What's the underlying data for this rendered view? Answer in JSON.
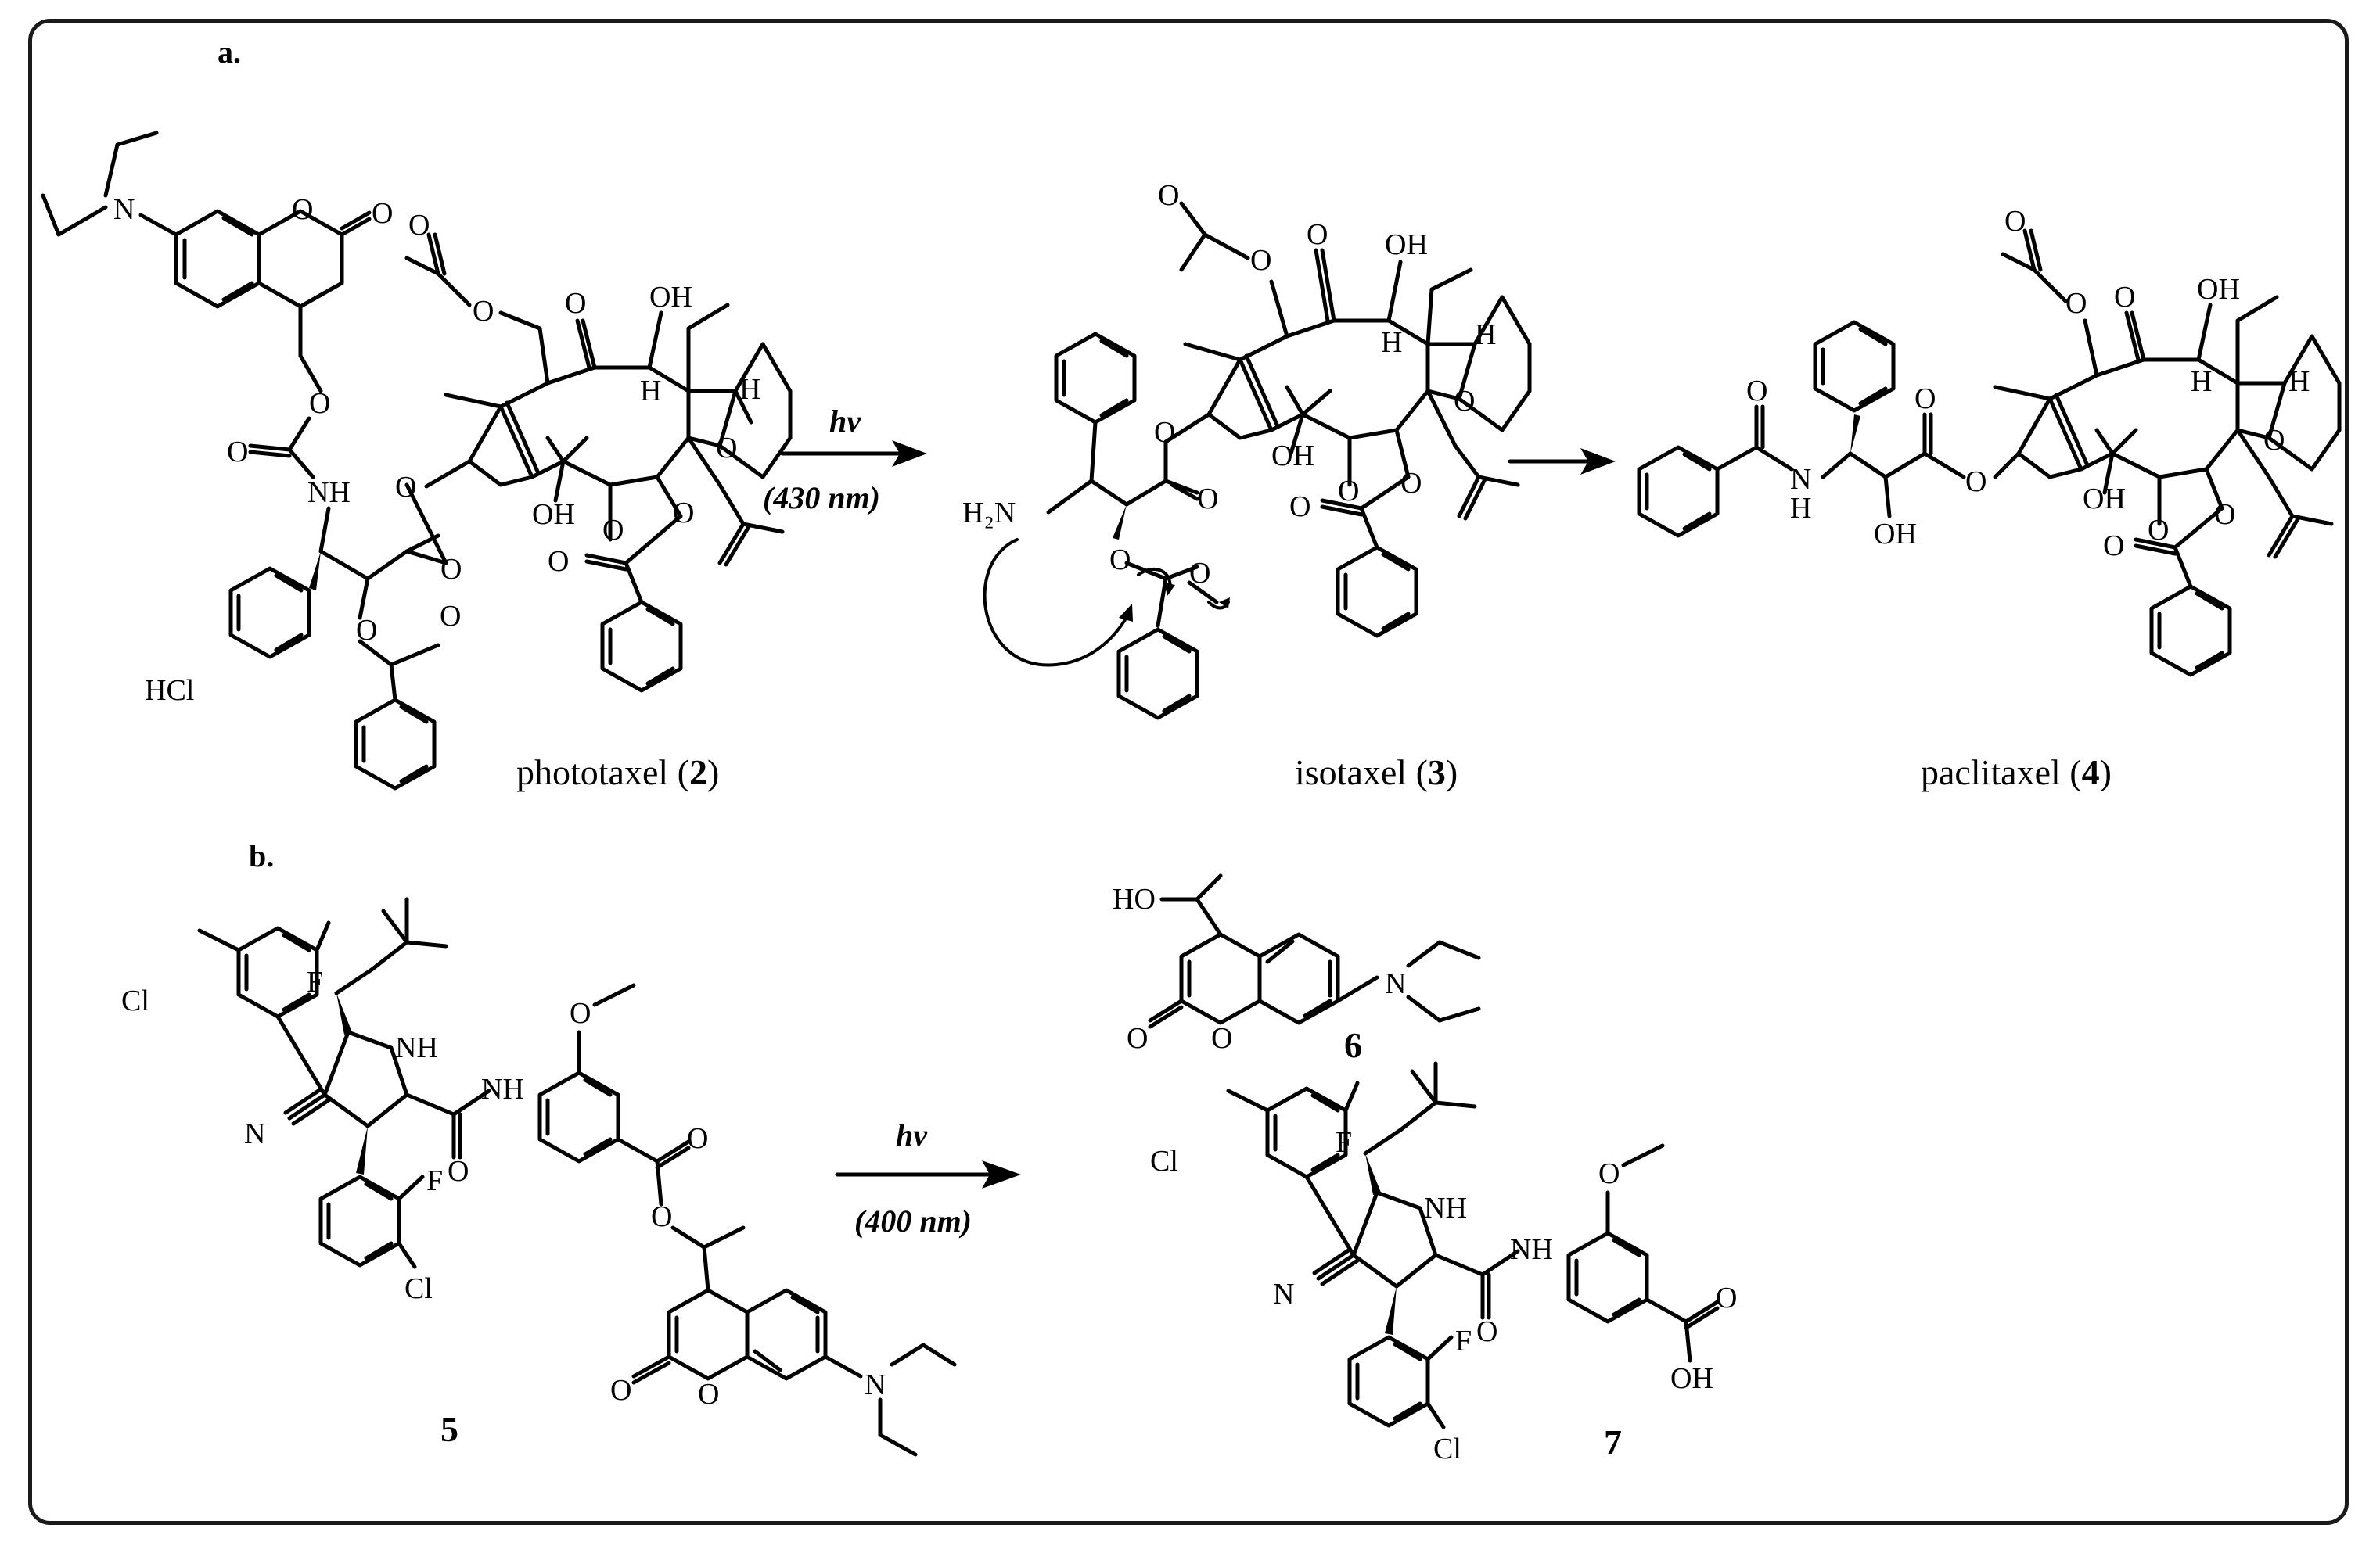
{
  "panels": {
    "a": "a.",
    "b": "b."
  },
  "compounds": {
    "phototaxel": {
      "name": "phototaxel (",
      "num": "2",
      "close": ")"
    },
    "isotaxel": {
      "name": "isotaxel (",
      "num": "3",
      "close": ")"
    },
    "paclitaxel": {
      "name": "paclitaxel (",
      "num": "4",
      "close": ")"
    },
    "c5": "5",
    "c6": "6",
    "c7": "7"
  },
  "arrows": {
    "a1": {
      "top": "hv",
      "bottom": "(430 nm)"
    },
    "b1": {
      "top": "hv",
      "bottom": "(400 nm)"
    }
  },
  "atoms": {
    "N": "N",
    "O": "O",
    "OH": "OH",
    "H": "H",
    "HO": "HO",
    "NH": "NH",
    "H2N": "H₂N",
    "Cl": "Cl",
    "F": "F",
    "HCl": "HCl",
    "OMe": "O"
  },
  "colors": {
    "ink": "#000000",
    "frame": "#1a1a1a",
    "background": "#ffffff"
  }
}
